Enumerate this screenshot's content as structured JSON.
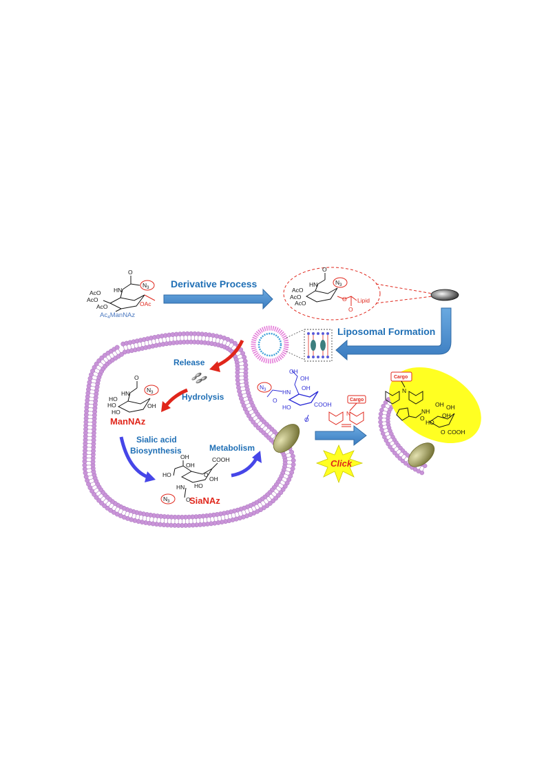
{
  "labels": {
    "derivative_process": "Derivative Process",
    "liposomal_formation": "Liposomal Formation",
    "release": "Release",
    "hydrolysis": "Hydrolysis",
    "mannaz": "ManNAz",
    "sialic_acid": "Sialic acid",
    "biosynthesis": "Biosynthesis",
    "metabolism": "Metabolism",
    "sianaz": "SiaNAz",
    "click": "Click"
  },
  "chemistry": {
    "ac4mannaz_prefix": "Ac",
    "ac4mannaz_sub": "4",
    "ac4mannaz_suffix": "ManNAz",
    "aco": "AcO",
    "oac": "OAc",
    "n3": "N",
    "n3_sub": "3",
    "o": "O",
    "hn": "HN",
    "nh": "NH",
    "ho": "HO",
    "oh": "OH",
    "cooh": "COOH",
    "lipid": "Lipid",
    "cargo": "Cargo",
    "n": "N"
  },
  "colors": {
    "arrow_blue": "#4a90d0",
    "arrow_blue_dark": "#3a78b8",
    "arrow_red": "#e0261b",
    "arrow_violet": "#4646e8",
    "membrane": "#c994d8",
    "membrane_stroke": "#a770bb",
    "protein": "#a5a35e",
    "highlight": "#ffff22",
    "label_blue": "#1f6fb5",
    "label_red": "#e0261b"
  }
}
